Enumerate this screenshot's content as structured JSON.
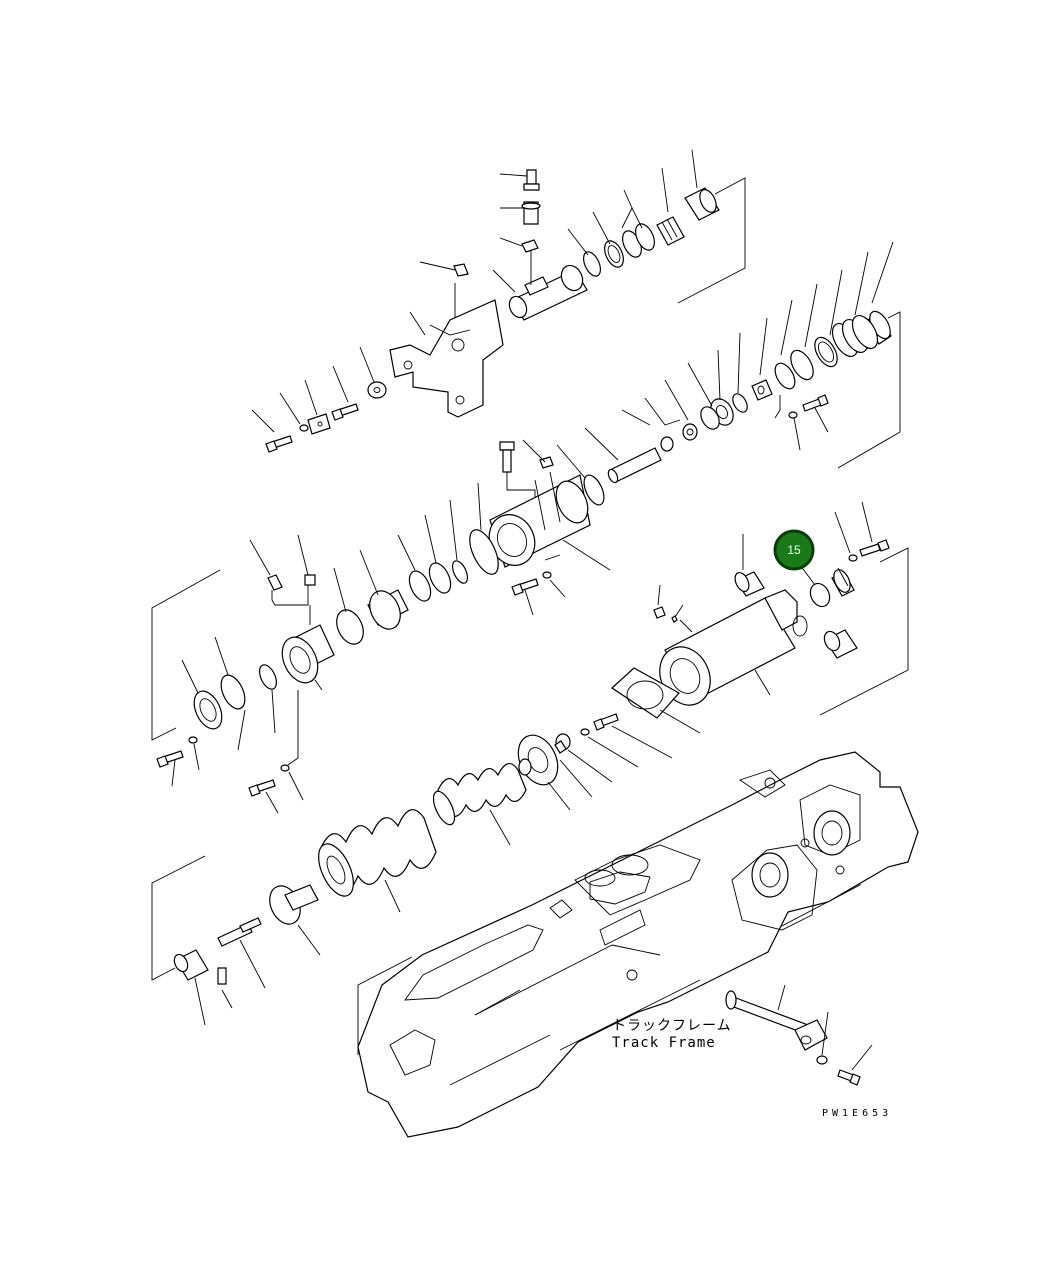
{
  "diagram": {
    "frame_label_jp": "トラックフレーム",
    "frame_label_en": "Track Frame",
    "drawing_code": "PW1E653",
    "callout": {
      "number": "15",
      "color": "#1a7a1a",
      "ring_color": "#0a3d0a"
    }
  }
}
